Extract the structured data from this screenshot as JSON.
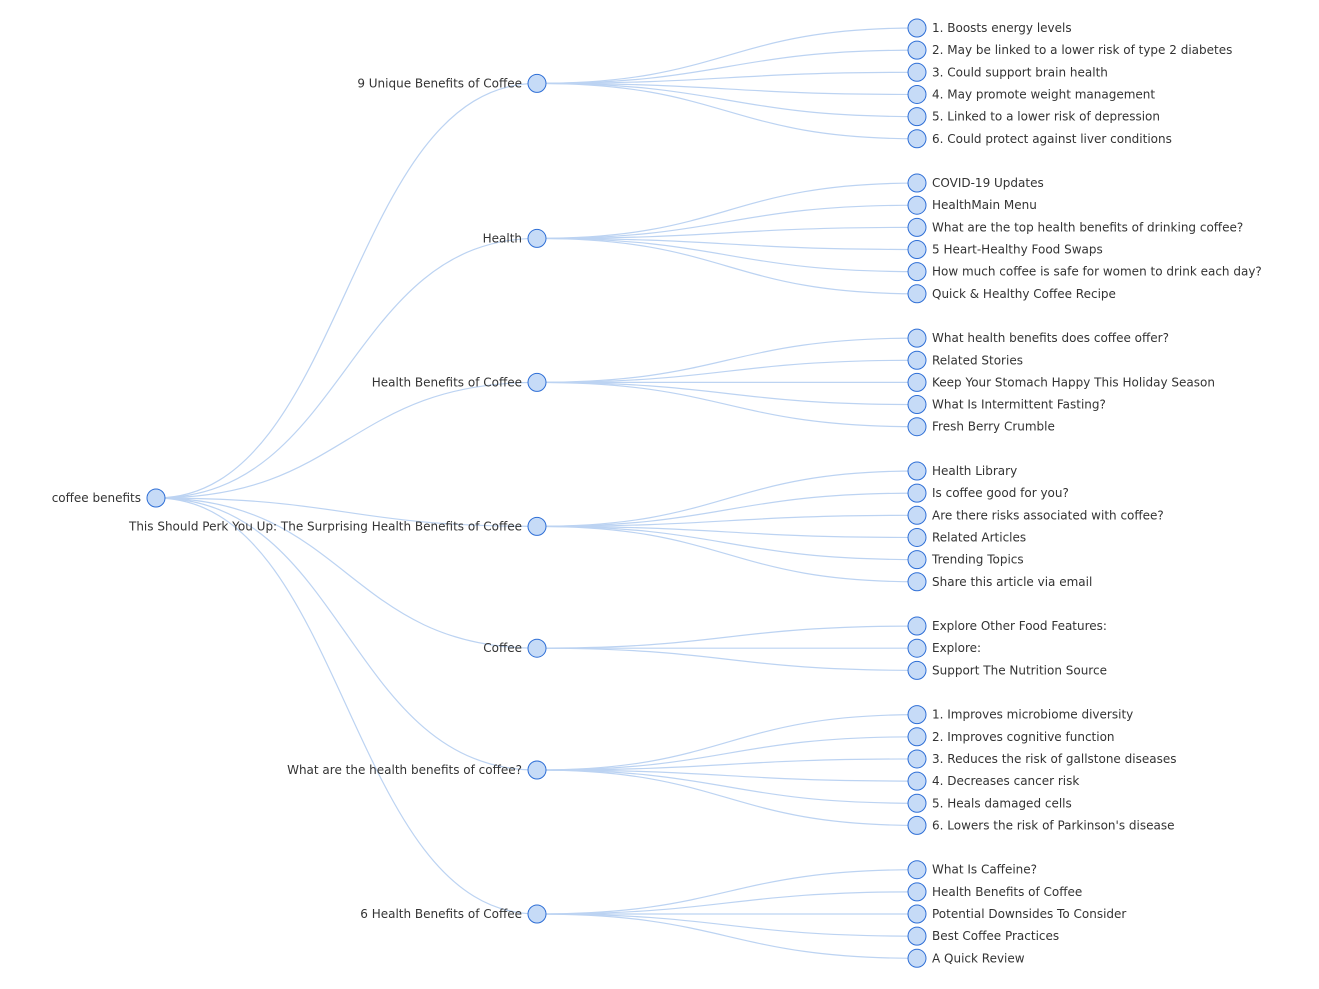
{
  "root": {
    "label": "coffee benefits",
    "children": [
      {
        "label": "9 Unique Benefits of Coffee",
        "children": [
          "1. Boosts energy levels",
          "2. May be linked to a lower risk of type 2 diabetes",
          "3. Could support brain health",
          "4. May promote weight management",
          "5. Linked to a lower risk of depression",
          "6. Could protect against liver conditions"
        ]
      },
      {
        "label": "Health",
        "children": [
          "COVID-19 Updates",
          "HealthMain Menu",
          "What are the top health benefits of drinking coffee?",
          "5 Heart-Healthy Food Swaps",
          "How much coffee is safe for women to drink each day?",
          "Quick & Healthy Coffee Recipe"
        ]
      },
      {
        "label": "Health Benefits of Coffee",
        "children": [
          "What health benefits does coffee offer?",
          "Related Stories",
          "Keep Your Stomach Happy This Holiday Season",
          "What Is Intermittent Fasting?",
          "Fresh Berry Crumble"
        ]
      },
      {
        "label": "This Should Perk You Up: The Surprising Health Benefits of Coffee",
        "children": [
          "Health Library",
          "Is coffee good for you?",
          "Are there risks associated with coffee?",
          "Related Articles",
          "Trending Topics",
          "Share this article via email"
        ]
      },
      {
        "label": "Coffee",
        "children": [
          "Explore Other Food Features:",
          "Explore:",
          "Support The Nutrition Source"
        ]
      },
      {
        "label": "What are the health benefits of coffee?",
        "children": [
          "1. Improves microbiome diversity",
          "2. Improves cognitive function",
          "3. Reduces the risk of gallstone diseases",
          "4. Decreases cancer risk",
          "5. Heals damaged cells",
          "6. Lowers the risk of Parkinson's disease"
        ]
      },
      {
        "label": "6 Health Benefits of Coffee",
        "children": [
          "What Is Caffeine?",
          "Health Benefits of Coffee",
          "Potential Downsides To Consider",
          "Best Coffee Practices",
          "A Quick Review"
        ]
      }
    ]
  },
  "colors": {
    "node_fill": "#c6dbf7",
    "node_stroke": "#2f6fd6",
    "link": "#bcd3f2",
    "text": "#333333"
  }
}
